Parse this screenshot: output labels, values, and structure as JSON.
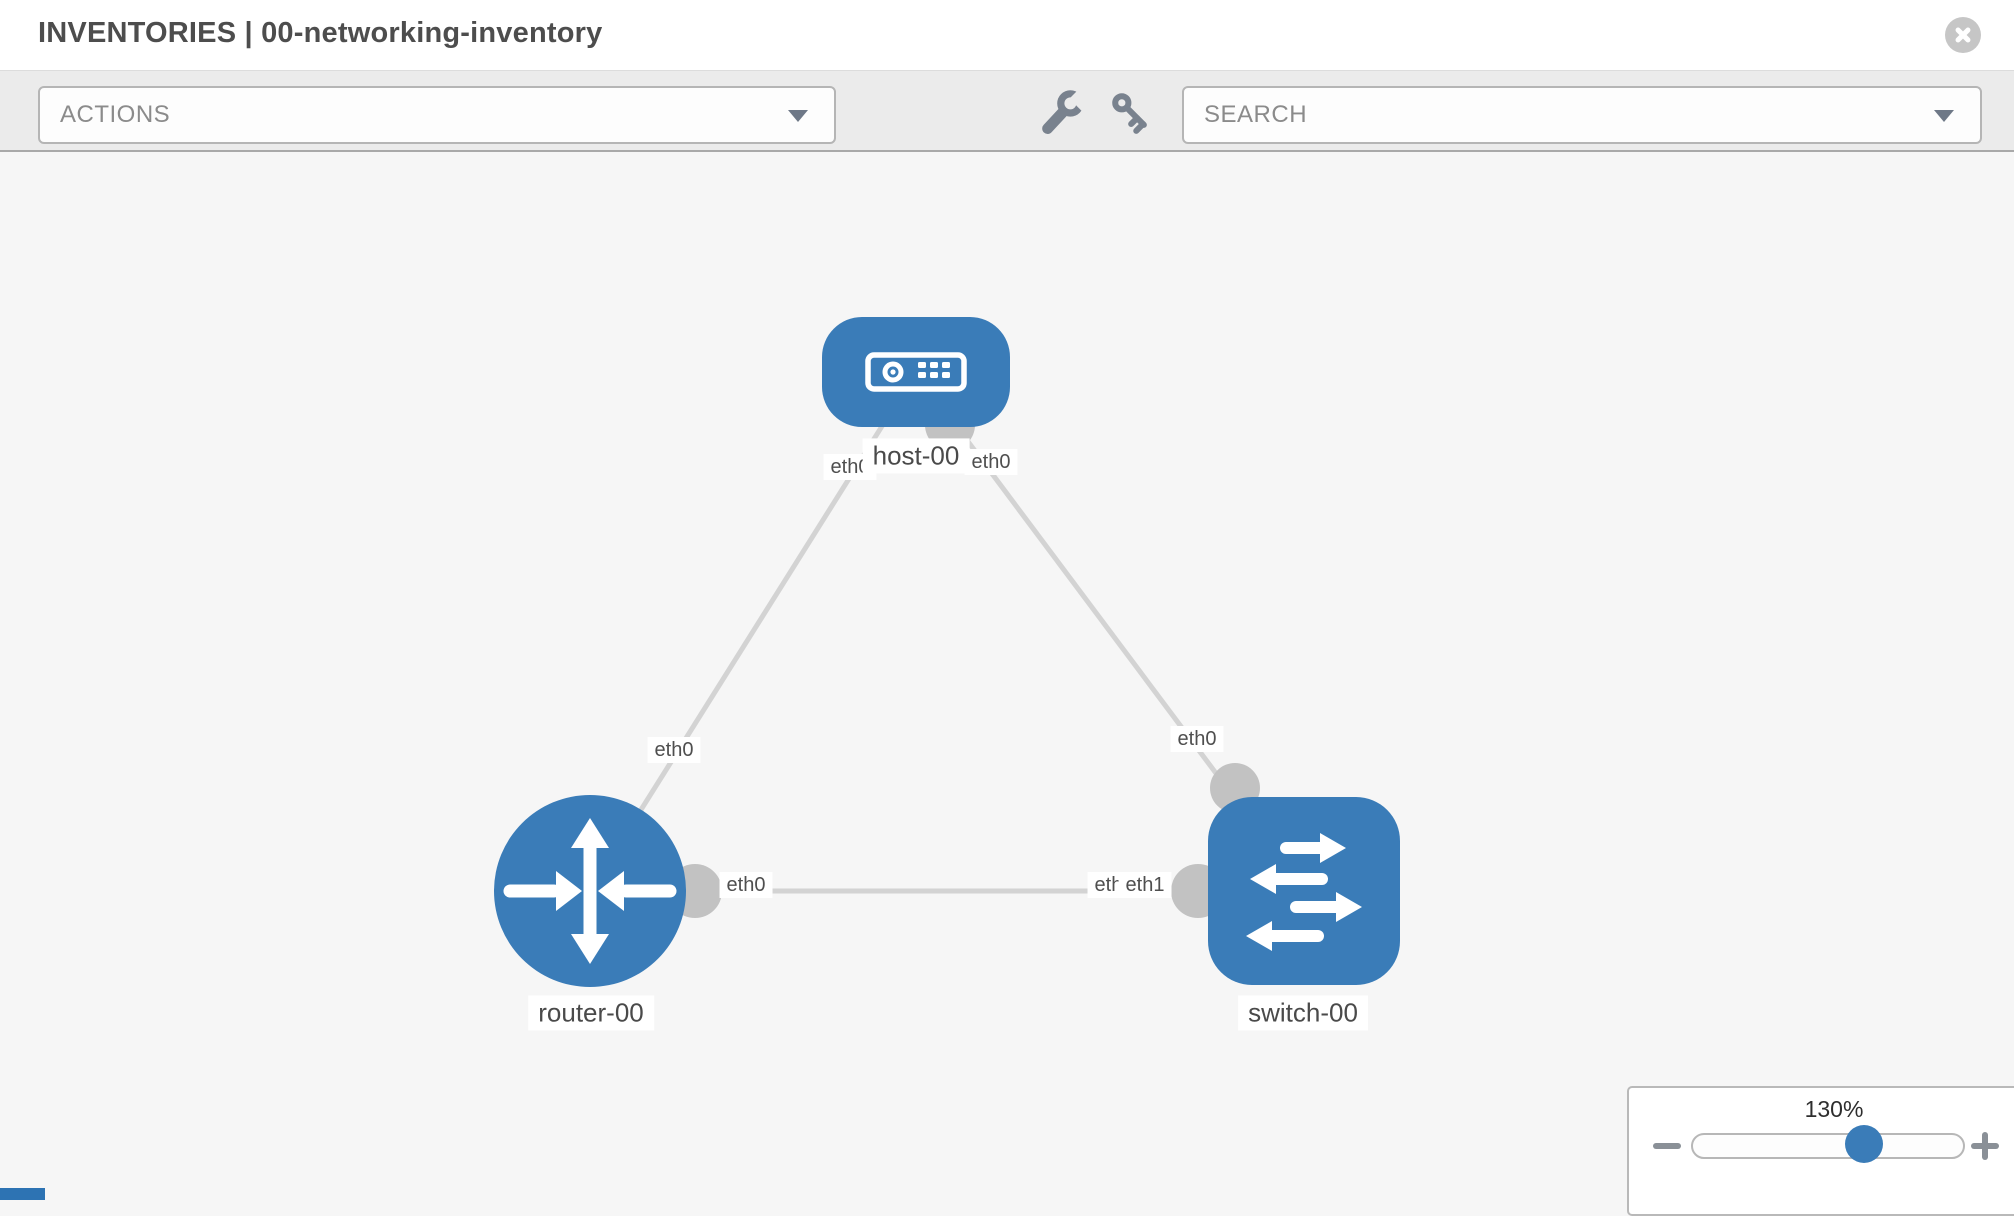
{
  "header": {
    "title": "INVENTORIES | 00-networking-inventory",
    "close_icon": "close-icon"
  },
  "toolbar": {
    "actions_dropdown": {
      "value": "ACTIONS",
      "icon": "chevron-down-icon"
    },
    "search_dropdown": {
      "placeholder": "SEARCH",
      "icon": "chevron-down-icon"
    },
    "icons": [
      "wrench-icon",
      "key-icon"
    ]
  },
  "diagram": {
    "nodes": [
      {
        "id": "host-00",
        "label": "host-00",
        "type": "host",
        "icon": "host-icon"
      },
      {
        "id": "router-00",
        "label": "router-00",
        "type": "router",
        "icon": "router-icon"
      },
      {
        "id": "switch-00",
        "label": "switch-00",
        "type": "switch",
        "icon": "switch-icon"
      }
    ],
    "links": [
      {
        "from": "host-00",
        "from_interface": "eth0",
        "to": "router-00",
        "to_interface": "eth0"
      },
      {
        "from": "host-00",
        "from_interface": "eth0",
        "to": "switch-00",
        "to_interface": "eth0"
      },
      {
        "from": "router-00",
        "from_interface": "eth0",
        "to": "switch-00",
        "to_interface": "eth1"
      }
    ],
    "occluded_interface_label": "eth0"
  },
  "zoom_control": {
    "level": "130%",
    "icons": [
      "minus-icon",
      "plus-icon"
    ]
  },
  "colors": {
    "node_blue": "#3a7cb8",
    "link_gray": "#d3d3d3",
    "interface_gray": "#c2c2c2",
    "canvas_bg": "#f6f6f6",
    "toolbar_bg": "#ebebeb",
    "label_text": "#4f4f4f"
  }
}
